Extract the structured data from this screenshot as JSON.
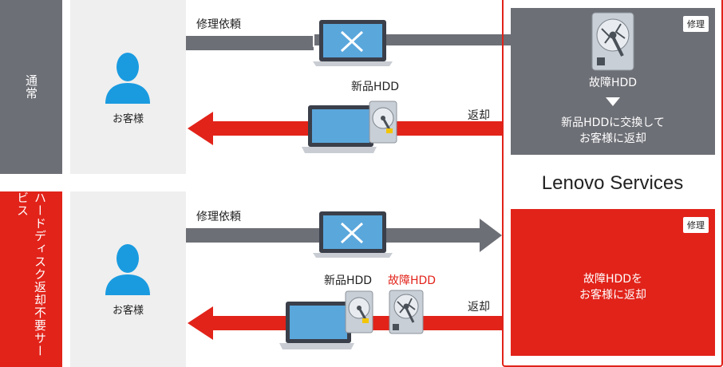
{
  "rows": {
    "normal": {
      "band_label": "通常",
      "customer_label": "お客様",
      "request_label": "修理依頼",
      "return_label": "返却",
      "new_hdd_label": "新品HDD"
    },
    "no_return": {
      "band_label": "ハードディスク返却不要サービス",
      "customer_label": "お客様",
      "request_label": "修理依頼",
      "return_label": "返却",
      "new_hdd_label": "新品HDD",
      "broken_hdd_label": "故障HDD"
    }
  },
  "service": {
    "title": "Lenovo Services",
    "top_box": {
      "badge": "修理",
      "broken_hdd_label": "故障HDD",
      "line1": "新品HDDに交換して",
      "line2": "お客様に返却"
    },
    "bottom_box": {
      "badge": "修理",
      "line1": "故障HDDを",
      "line2": "お客様に返却"
    }
  },
  "colors": {
    "gray": "#6d6f76",
    "red": "#e2231a",
    "light_panel": "#efefef",
    "person_blue": "#1a9be0"
  }
}
